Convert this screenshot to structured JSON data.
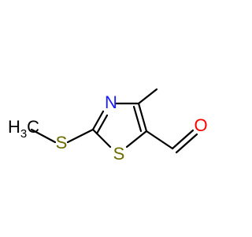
{
  "molecule": {
    "atoms": [
      {
        "id": "s_methyl",
        "label": "S",
        "color": "#6b6b00"
      },
      {
        "id": "n3",
        "label": "N",
        "color": "#1a1aff"
      },
      {
        "id": "s1",
        "label": "S",
        "color": "#6b6b00"
      },
      {
        "id": "o_aldehyde",
        "label": "O",
        "color": "#ff0000"
      },
      {
        "id": "ch3_label",
        "label": "H3C",
        "color": "#000000"
      }
    ],
    "labels": {
      "methyl_left": "H",
      "methyl_left_sub": "3",
      "methyl_left_c": "C",
      "s_methyl": "S",
      "n3": "N",
      "s1": "S",
      "o_aldehyde": "O"
    },
    "colors": {
      "bond": "#000000",
      "sulfur": "#6b6b00",
      "nitrogen": "#1a1aff",
      "oxygen": "#ff0000",
      "carbon": "#000000"
    }
  }
}
